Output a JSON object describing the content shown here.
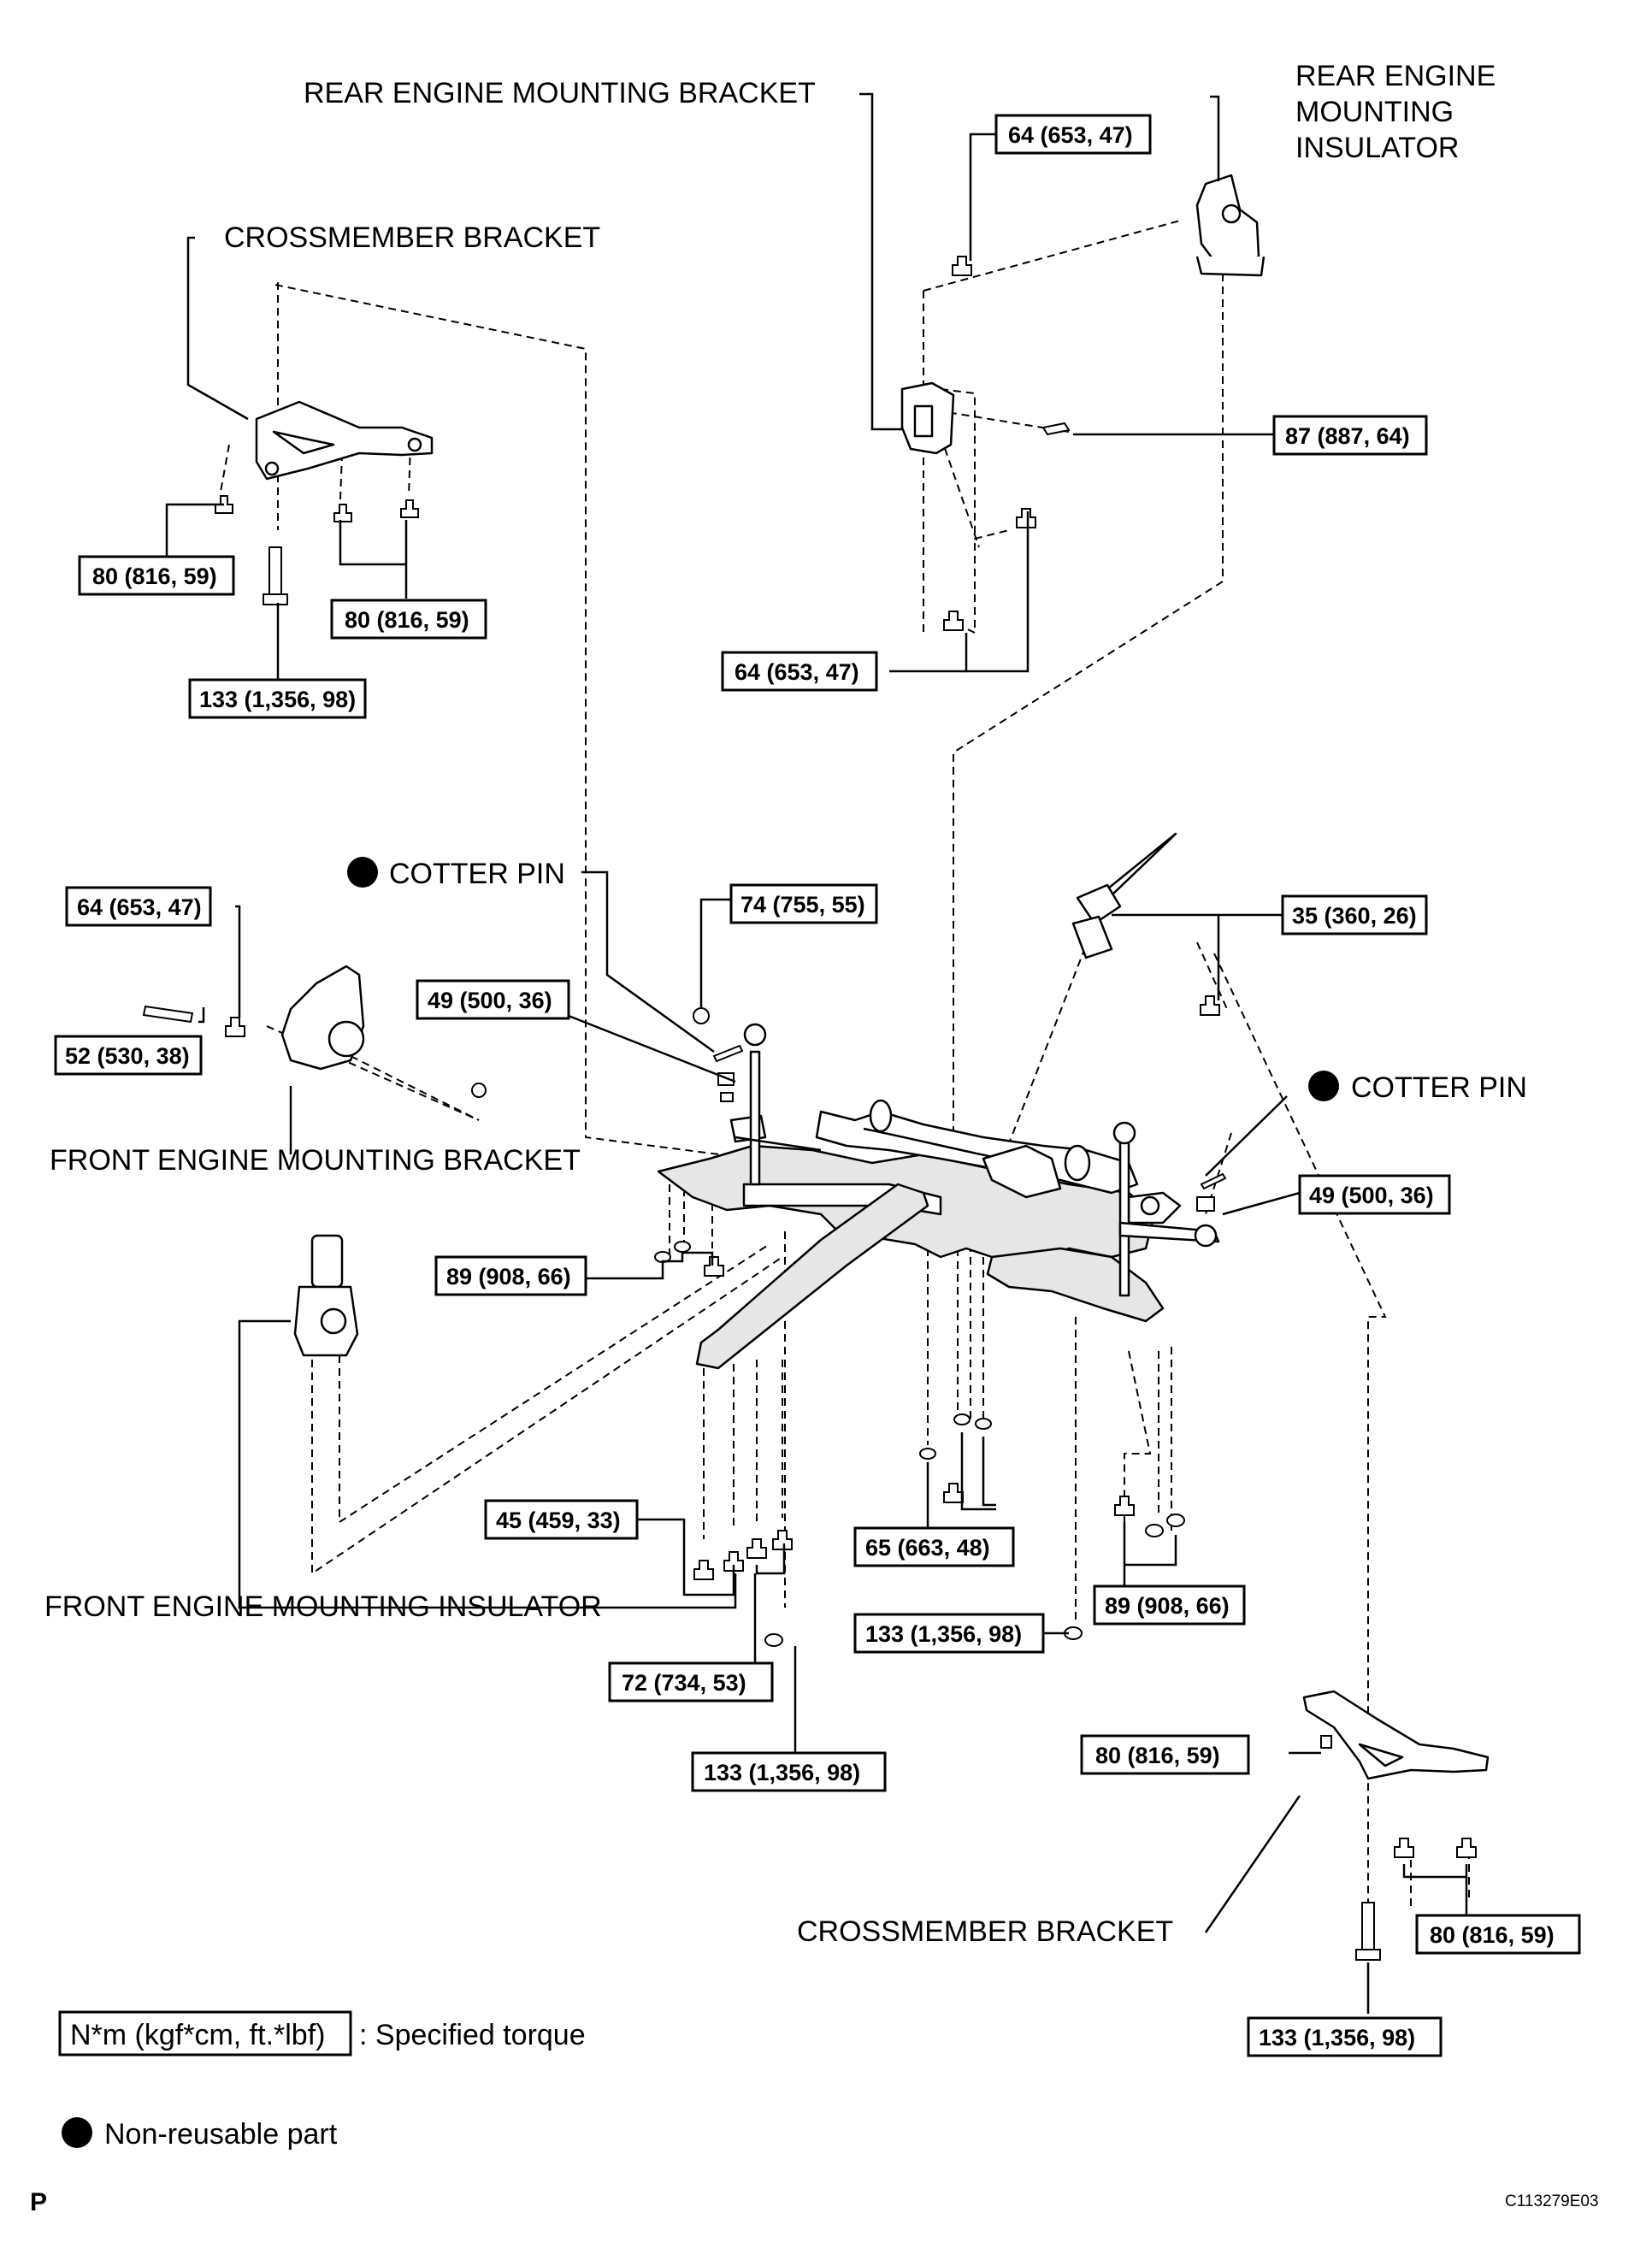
{
  "labels": {
    "rear_engine_mounting_bracket": "REAR ENGINE MOUNTING BRACKET",
    "rear_engine_mounting_insulator_1": "REAR ENGINE",
    "rear_engine_mounting_insulator_2": "MOUNTING",
    "rear_engine_mounting_insulator_3": "INSULATOR",
    "crossmember_bracket_top": "CROSSMEMBER BRACKET",
    "cotter_pin_left": "COTTER PIN",
    "cotter_pin_right": "COTTER PIN",
    "front_engine_mounting_bracket": "FRONT ENGINE MOUNTING BRACKET",
    "front_engine_mounting_insulator": "FRONT ENGINE MOUNTING INSULATOR",
    "crossmember_bracket_bottom": "CROSSMEMBER BRACKET"
  },
  "torques": {
    "t_64_a": "64 (653, 47)",
    "t_87": "87 (887, 64)",
    "t_64_b": "64 (653, 47)",
    "t_80_a": "80 (816, 59)",
    "t_80_b": "80 (816, 59)",
    "t_133_a": "133 (1,356, 98)",
    "t_64_c": "64 (653, 47)",
    "t_74": "74 (755, 55)",
    "t_35": "35 (360, 26)",
    "t_49_a": "49 (500, 36)",
    "t_52": "52 (530, 38)",
    "t_49_b": "49 (500, 36)",
    "t_89_a": "89 (908, 66)",
    "t_45": "45 (459, 33)",
    "t_65": "65 (663, 48)",
    "t_89_b": "89 (908, 66)",
    "t_133_b": "133 (1,356, 98)",
    "t_72": "72 (734, 53)",
    "t_133_c": "133 (1,356, 98)",
    "t_80_c": "80 (816, 59)",
    "t_80_d": "80 (816, 59)",
    "t_133_d": "133 (1,356, 98)"
  },
  "legend": {
    "unit_box": "N*m (kgf*cm, ft.*lbf)",
    "unit_text": ": Specified torque",
    "non_reusable": "Non-reusable part"
  },
  "footer": {
    "page_letter": "P",
    "figure_code": "C113279E03"
  }
}
